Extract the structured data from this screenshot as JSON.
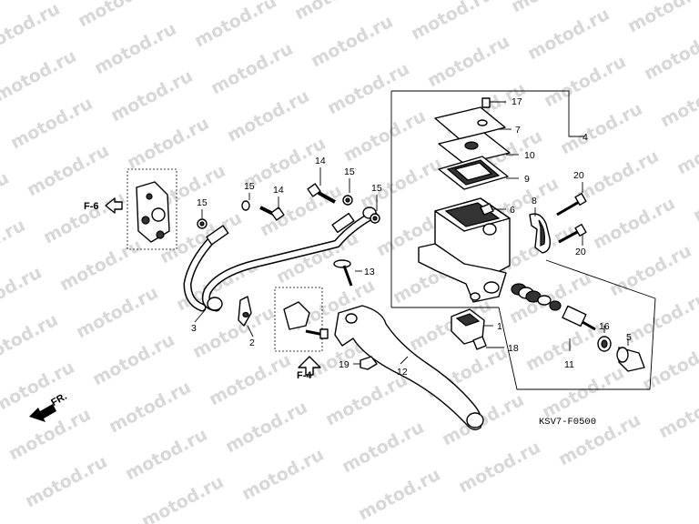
{
  "watermark": "motod.ru",
  "diagram_code": "KSV7-F0500",
  "direction_label": "FR.",
  "refs": {
    "f6": "F-6",
    "f4": "F-4"
  },
  "callouts": {
    "c1": "1",
    "c2": "2",
    "c3": "3",
    "c4": "4",
    "c5": "5",
    "c6": "6",
    "c7": "7",
    "c8": "8",
    "c9": "9",
    "c10": "10",
    "c11": "11",
    "c12": "12",
    "c13": "13",
    "c14a": "14",
    "c14b": "14",
    "c15a": "15",
    "c15b": "15",
    "c15c": "15",
    "c15d": "15",
    "c16": "16",
    "c17": "17",
    "c18": "18",
    "c19": "19",
    "c20a": "20",
    "c20b": "20"
  }
}
